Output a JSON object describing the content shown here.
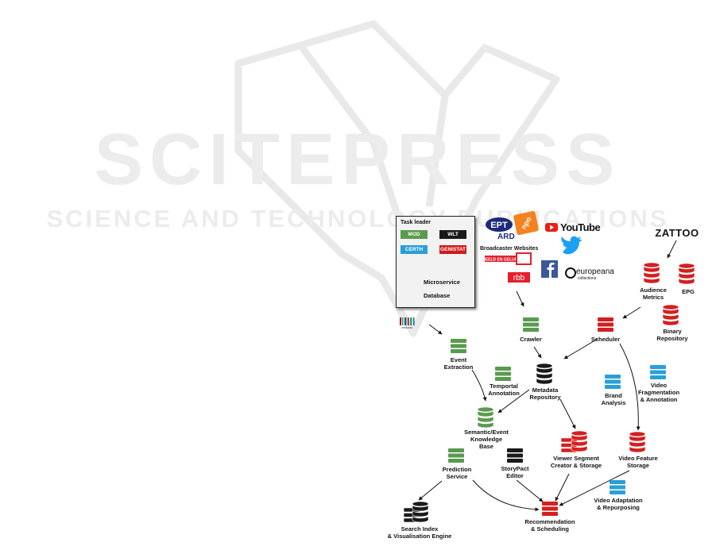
{
  "watermark": {
    "title": "SCITEPRESS",
    "subtitle": "SCIENCE AND TECHNOLOGY PUBLICATIONS"
  },
  "legend": {
    "title": "Task leader",
    "partners": [
      {
        "label": "MOD",
        "color": "#5a9a4f"
      },
      {
        "label": "WLT",
        "color": "#1a1a1a"
      },
      {
        "label": "CERTH",
        "color": "#2a9fd6"
      },
      {
        "label": "GENISTAT",
        "color": "#d11a1a"
      }
    ],
    "microservice_label": "Microservice",
    "database_label": "Database"
  },
  "sources": {
    "ept": "EPT",
    "npo": "npo",
    "ard": "ARD",
    "broadcaster_websites": "Broadcaster Websites",
    "beeld": "BEELD EN GELUID",
    "rbb": "rbb",
    "youtube": "YouTube",
    "europeana": "europeana",
    "europeana_sub": "collections",
    "zattoo": "ZATTOO",
    "wikidata": "WIKIDATA"
  },
  "nodes": {
    "audience_metrics": "Audience\nMetrics",
    "epg": "EPG",
    "binary_repository": "Binary\nRepository",
    "crawler": "Crawler",
    "scheduler": "Scheduler",
    "event_extraction": "Event\nExtraction",
    "temporal_annotation": "Temportal\nAnnotation",
    "metadata_repository": "Metadata\nRepository",
    "brand_analysis": "Brand\nAnalysis",
    "video_fragmentation": "Video\nFragmentation\n& Annotation",
    "semantic_kb": "Semantic/Event\nKnowledge\nBase",
    "viewer_segment": "Viewer Segment\nCreator & Storage",
    "video_feature": "Video Feature\nStorage",
    "prediction_service": "Prediction\nService",
    "storypact_editor": "StoryPact\nEditor",
    "video_adaptation": "Video Adaptation\n& Repurposing",
    "recommendation": "Recommendation\n& Scheduling",
    "search_index": "Search Index\n& Visualisation Engine"
  }
}
